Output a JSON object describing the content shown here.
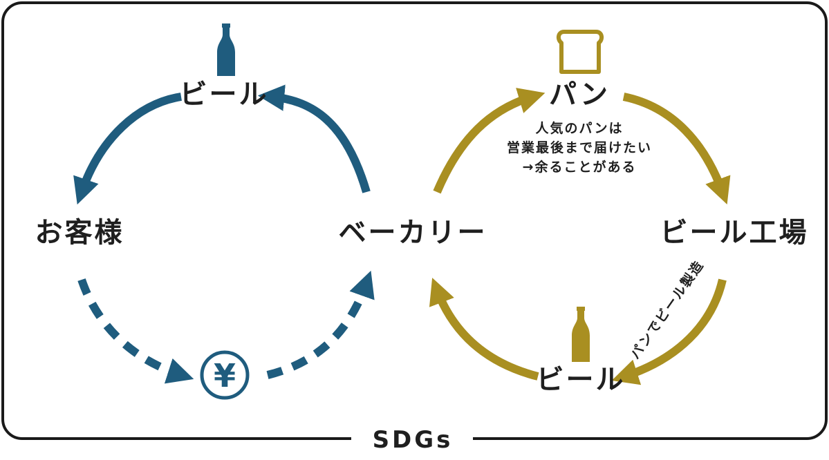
{
  "colors": {
    "blue": "#1f5c7e",
    "gold": "#a98f21",
    "frame": "#1a1a1a",
    "text": "#1f1f1f"
  },
  "nodes": {
    "customer": "お客様",
    "bakery": "ベーカリー",
    "brewery": "ビール工場",
    "beer_top": "ビール",
    "beer_bottom": "ビール",
    "bread": "パン"
  },
  "notes": {
    "bread_line1": "人気のパンは",
    "bread_line2": "営業最後まで届けたい",
    "bread_line3": "→余ることがある",
    "brewing": "パンでビール製造"
  },
  "icons": {
    "beer_top": "beer-bottle-icon",
    "bread": "bread-slice-icon",
    "yen": "yen-coin-icon",
    "yen_glyph": "¥",
    "beer_bottom": "beer-bottle-icon"
  },
  "footer": {
    "label": "SDGs"
  }
}
